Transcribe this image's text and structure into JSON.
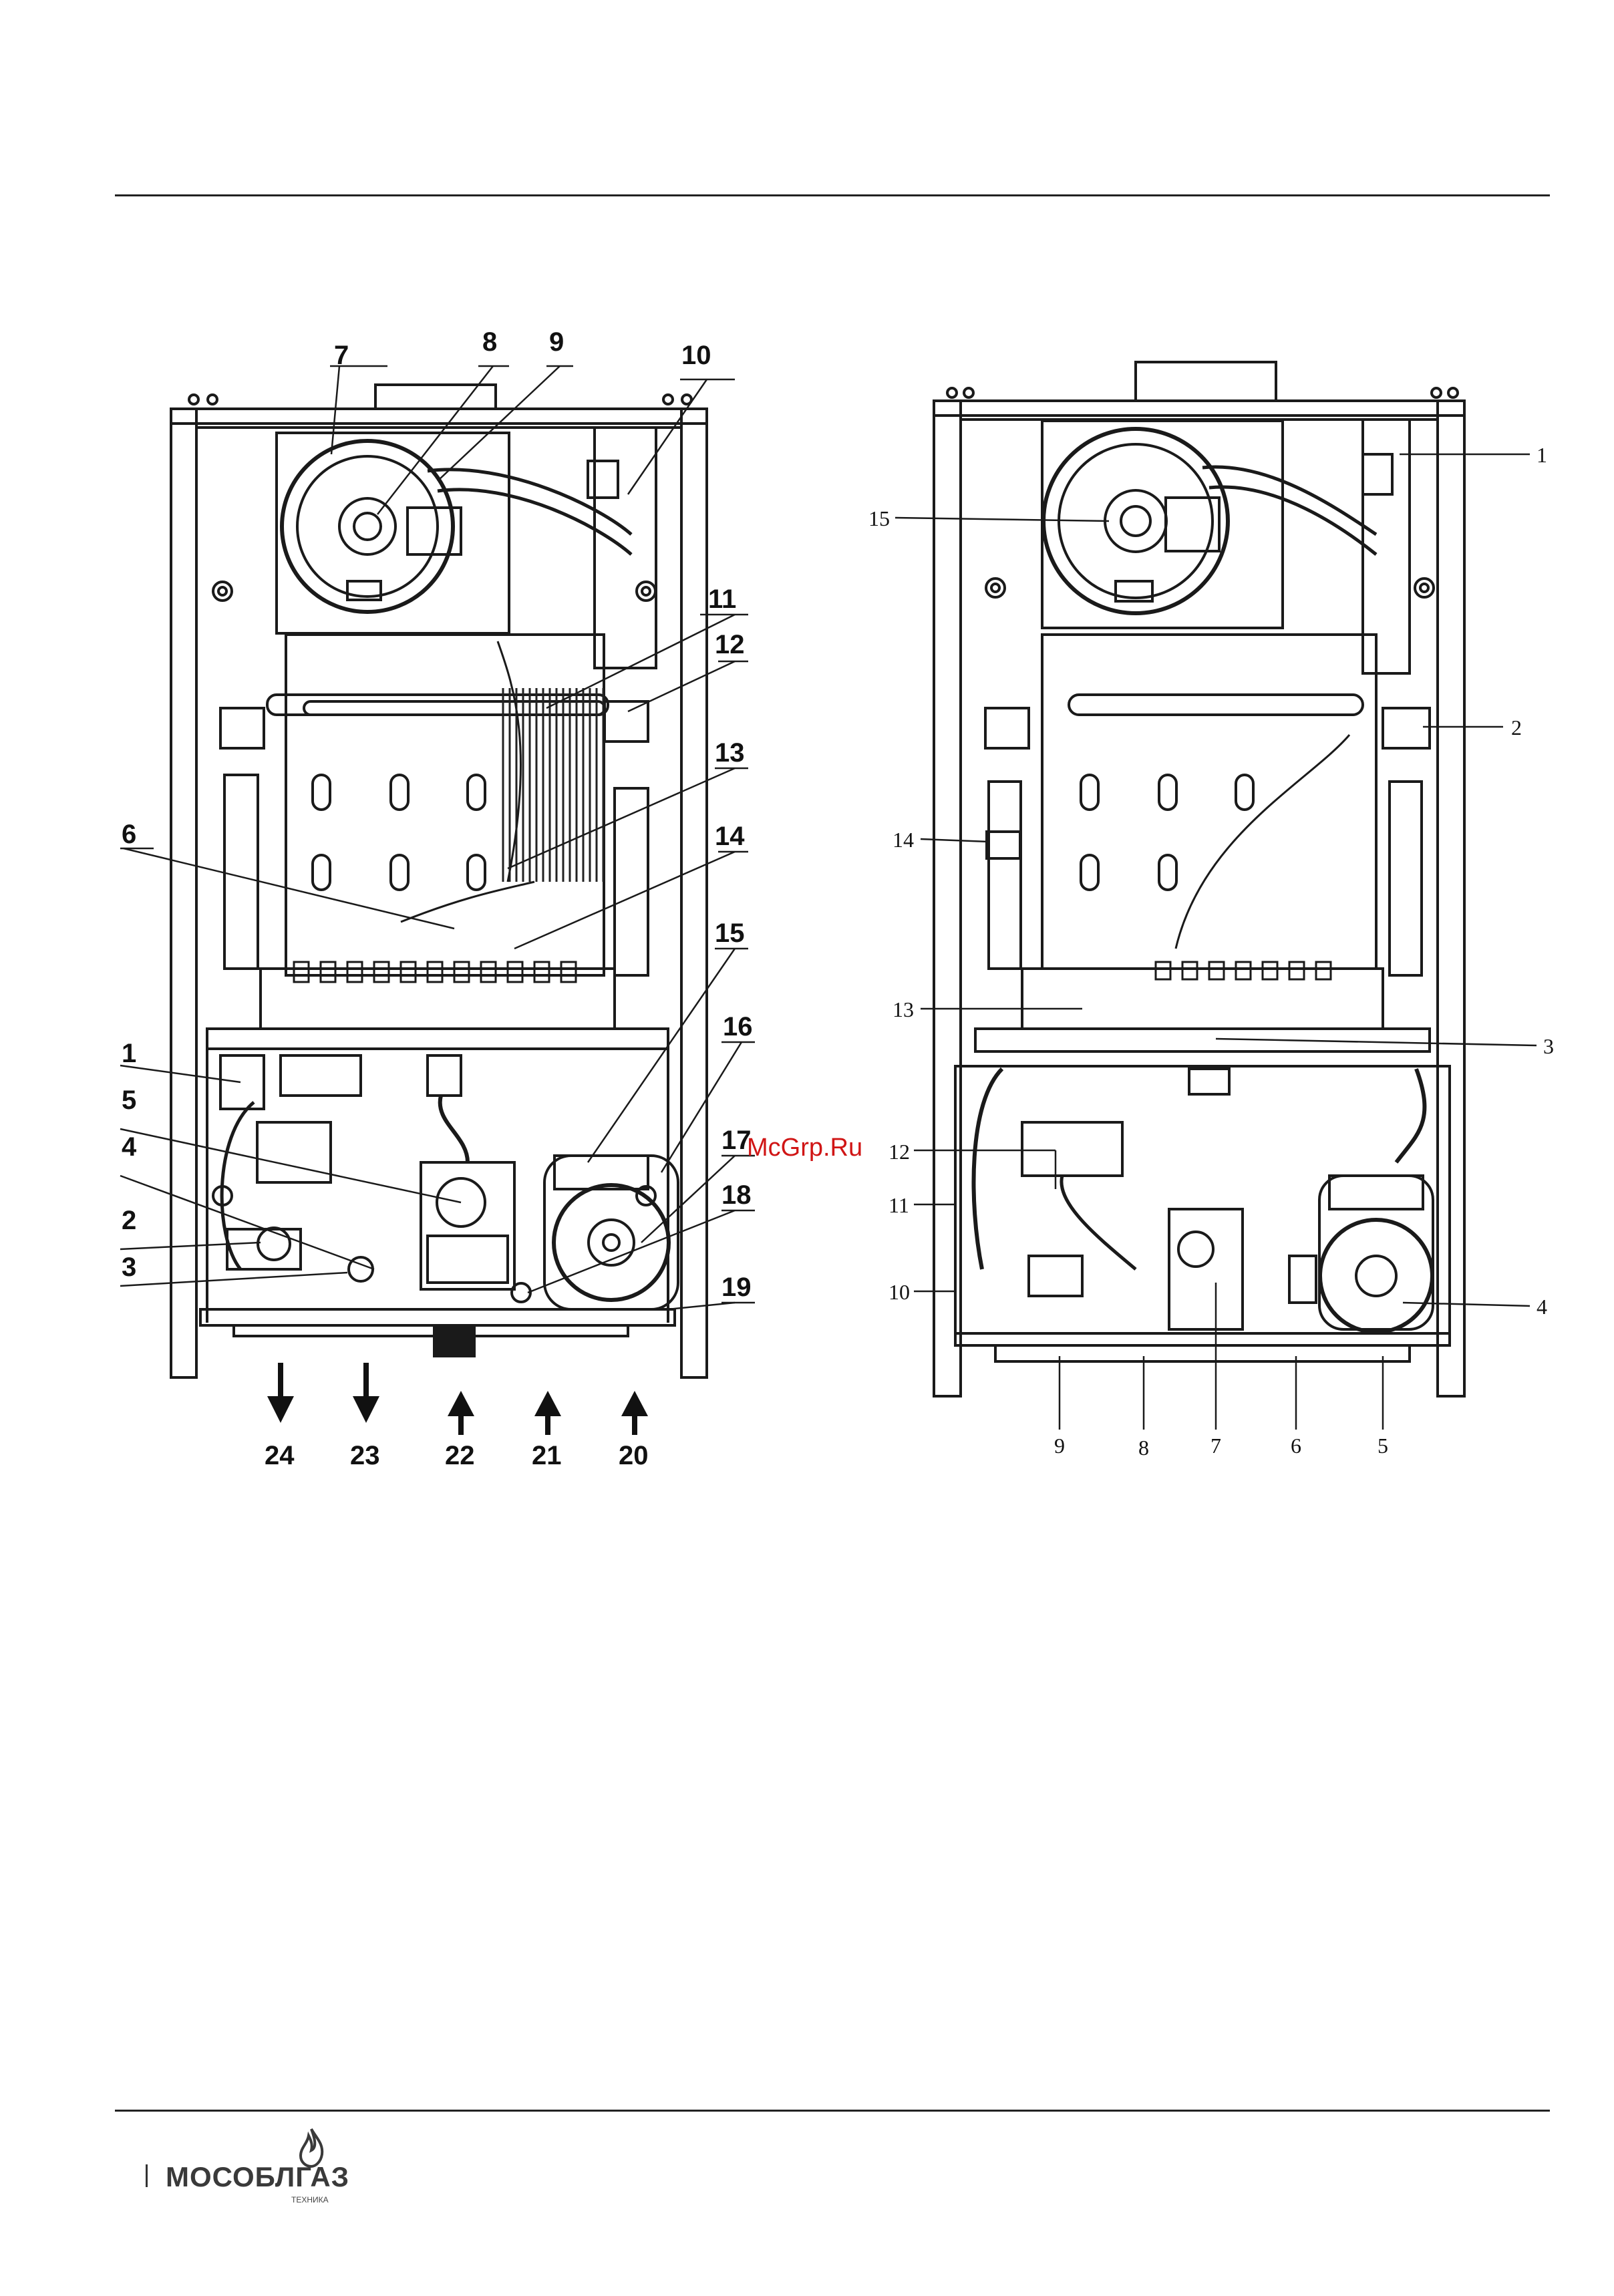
{
  "left_view": {
    "callouts": [
      "1",
      "2",
      "3",
      "4",
      "5",
      "6",
      "7",
      "8",
      "9",
      "10",
      "11",
      "12",
      "13",
      "14",
      "15",
      "16",
      "17",
      "18",
      "19"
    ],
    "connections": [
      "24",
      "23",
      "22",
      "21",
      "20"
    ]
  },
  "right_view": {
    "callouts": [
      "1",
      "2",
      "3",
      "4",
      "5",
      "6",
      "7",
      "8",
      "9",
      "10",
      "11",
      "12",
      "13",
      "14",
      "15"
    ]
  },
  "watermark": "McGrp.Ru",
  "brand": {
    "name": "МОСОБЛГАЗ",
    "sub": "ТЕХНИКА"
  }
}
